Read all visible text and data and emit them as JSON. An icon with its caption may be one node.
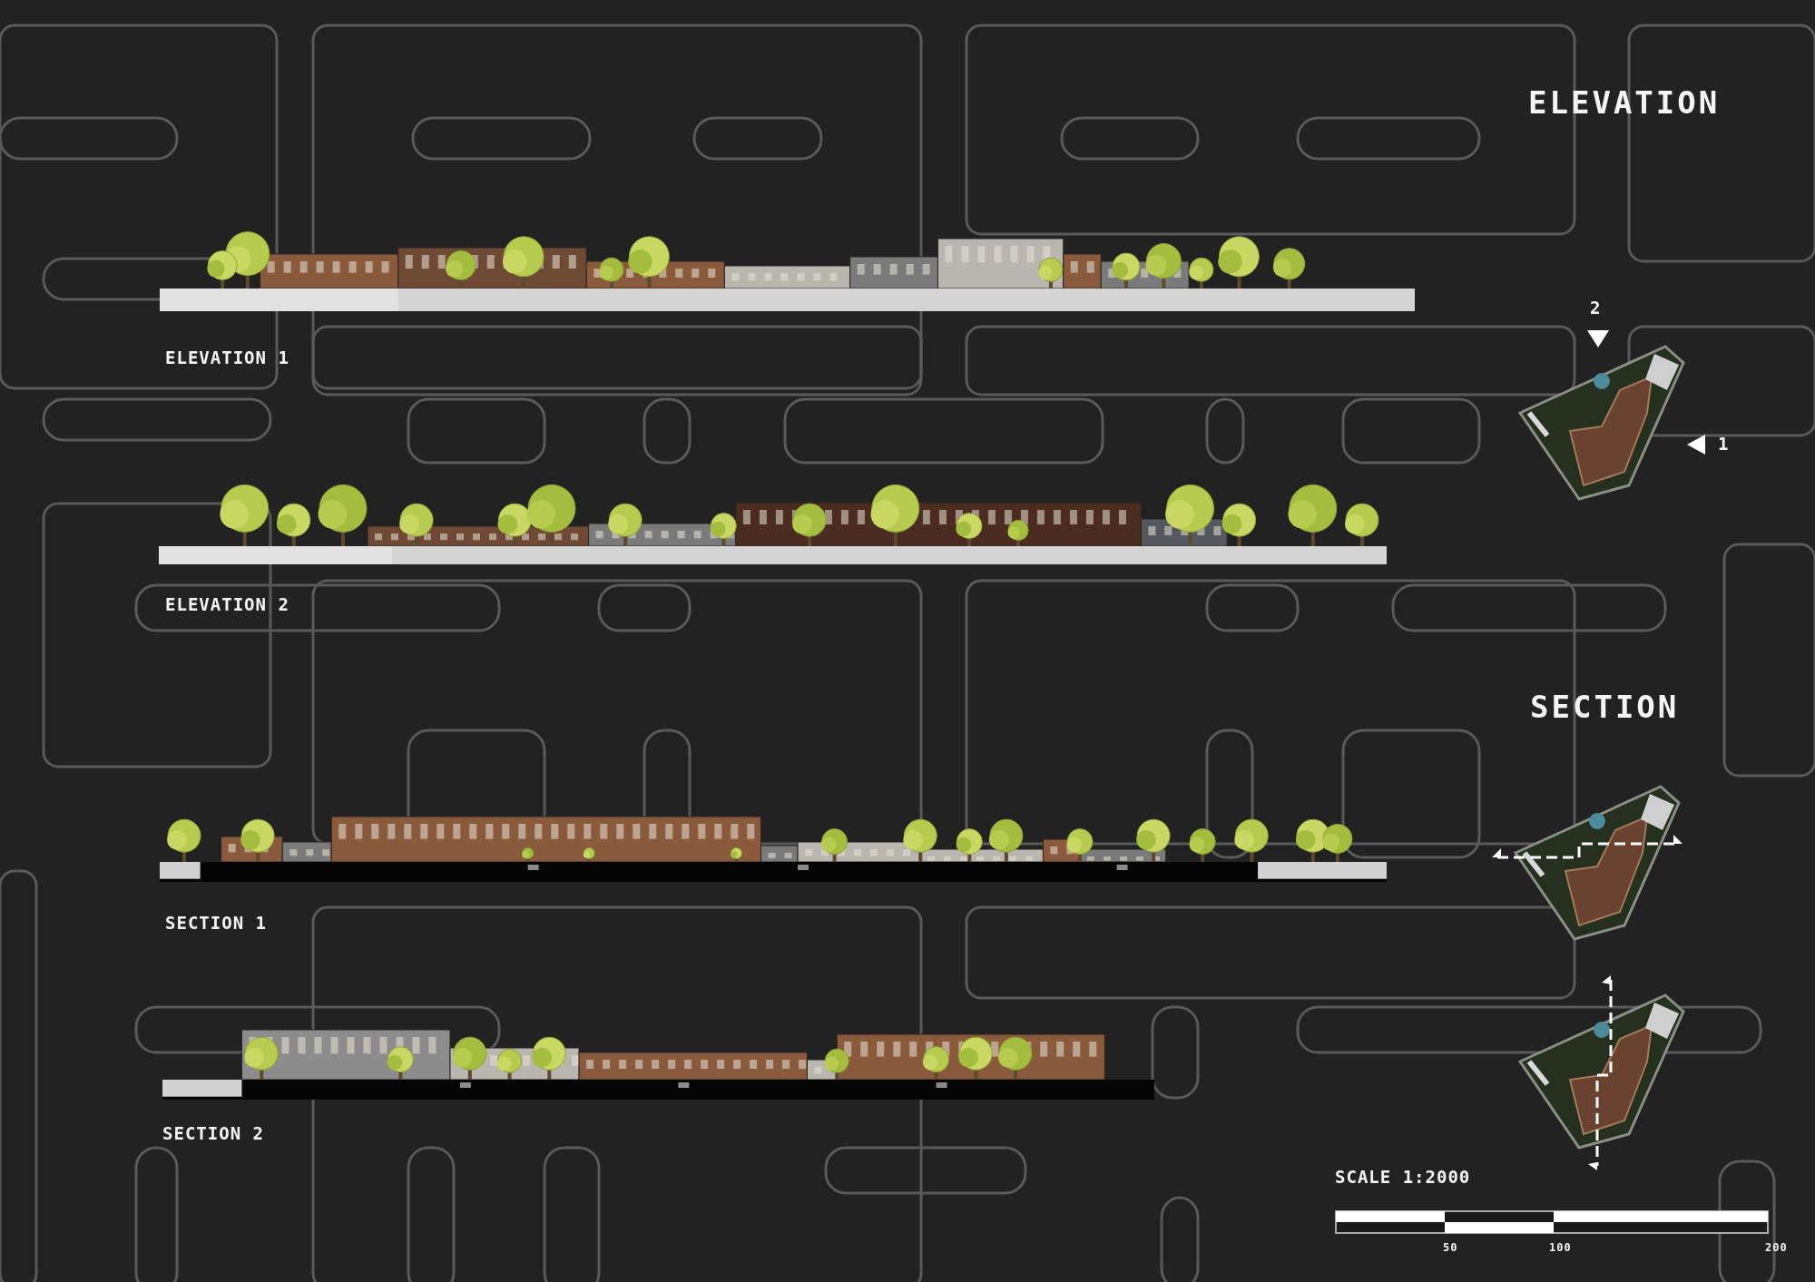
{
  "diagram": {
    "labels": [
      "ELEVATION",
      "ELEVATION 1",
      "ELEVATION 2",
      "SECTION",
      "SECTION 1",
      "SECTION 2",
      "2",
      "1",
      "SCALE 1:2000",
      "50",
      "100",
      "200"
    ]
  }
}
